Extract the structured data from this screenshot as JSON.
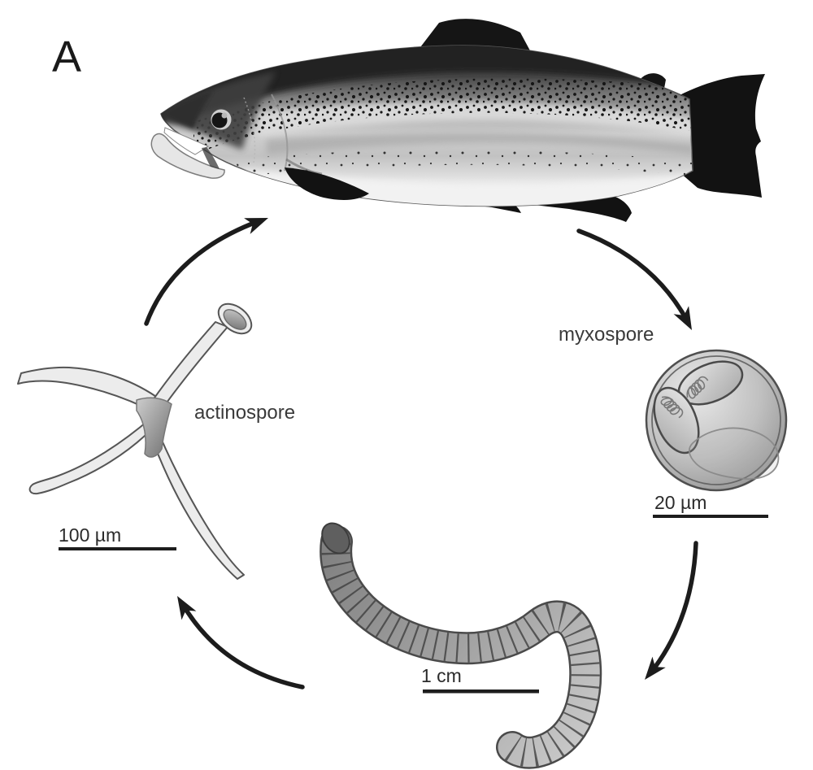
{
  "panel": {
    "label": "A"
  },
  "stage_labels": {
    "myxospore": "myxospore",
    "actinospore": "actinospore"
  },
  "scale_bars": {
    "myxospore": {
      "label": "20 µm"
    },
    "actinospore": {
      "label": "100 µm"
    },
    "worm": {
      "label": "1 cm"
    }
  },
  "colors": {
    "ink": "#1c1c1c",
    "label_text": "#3a3a3a",
    "spore_fill": "#ececec",
    "spore_outline": "#555555",
    "fin_dark": "#141414"
  }
}
